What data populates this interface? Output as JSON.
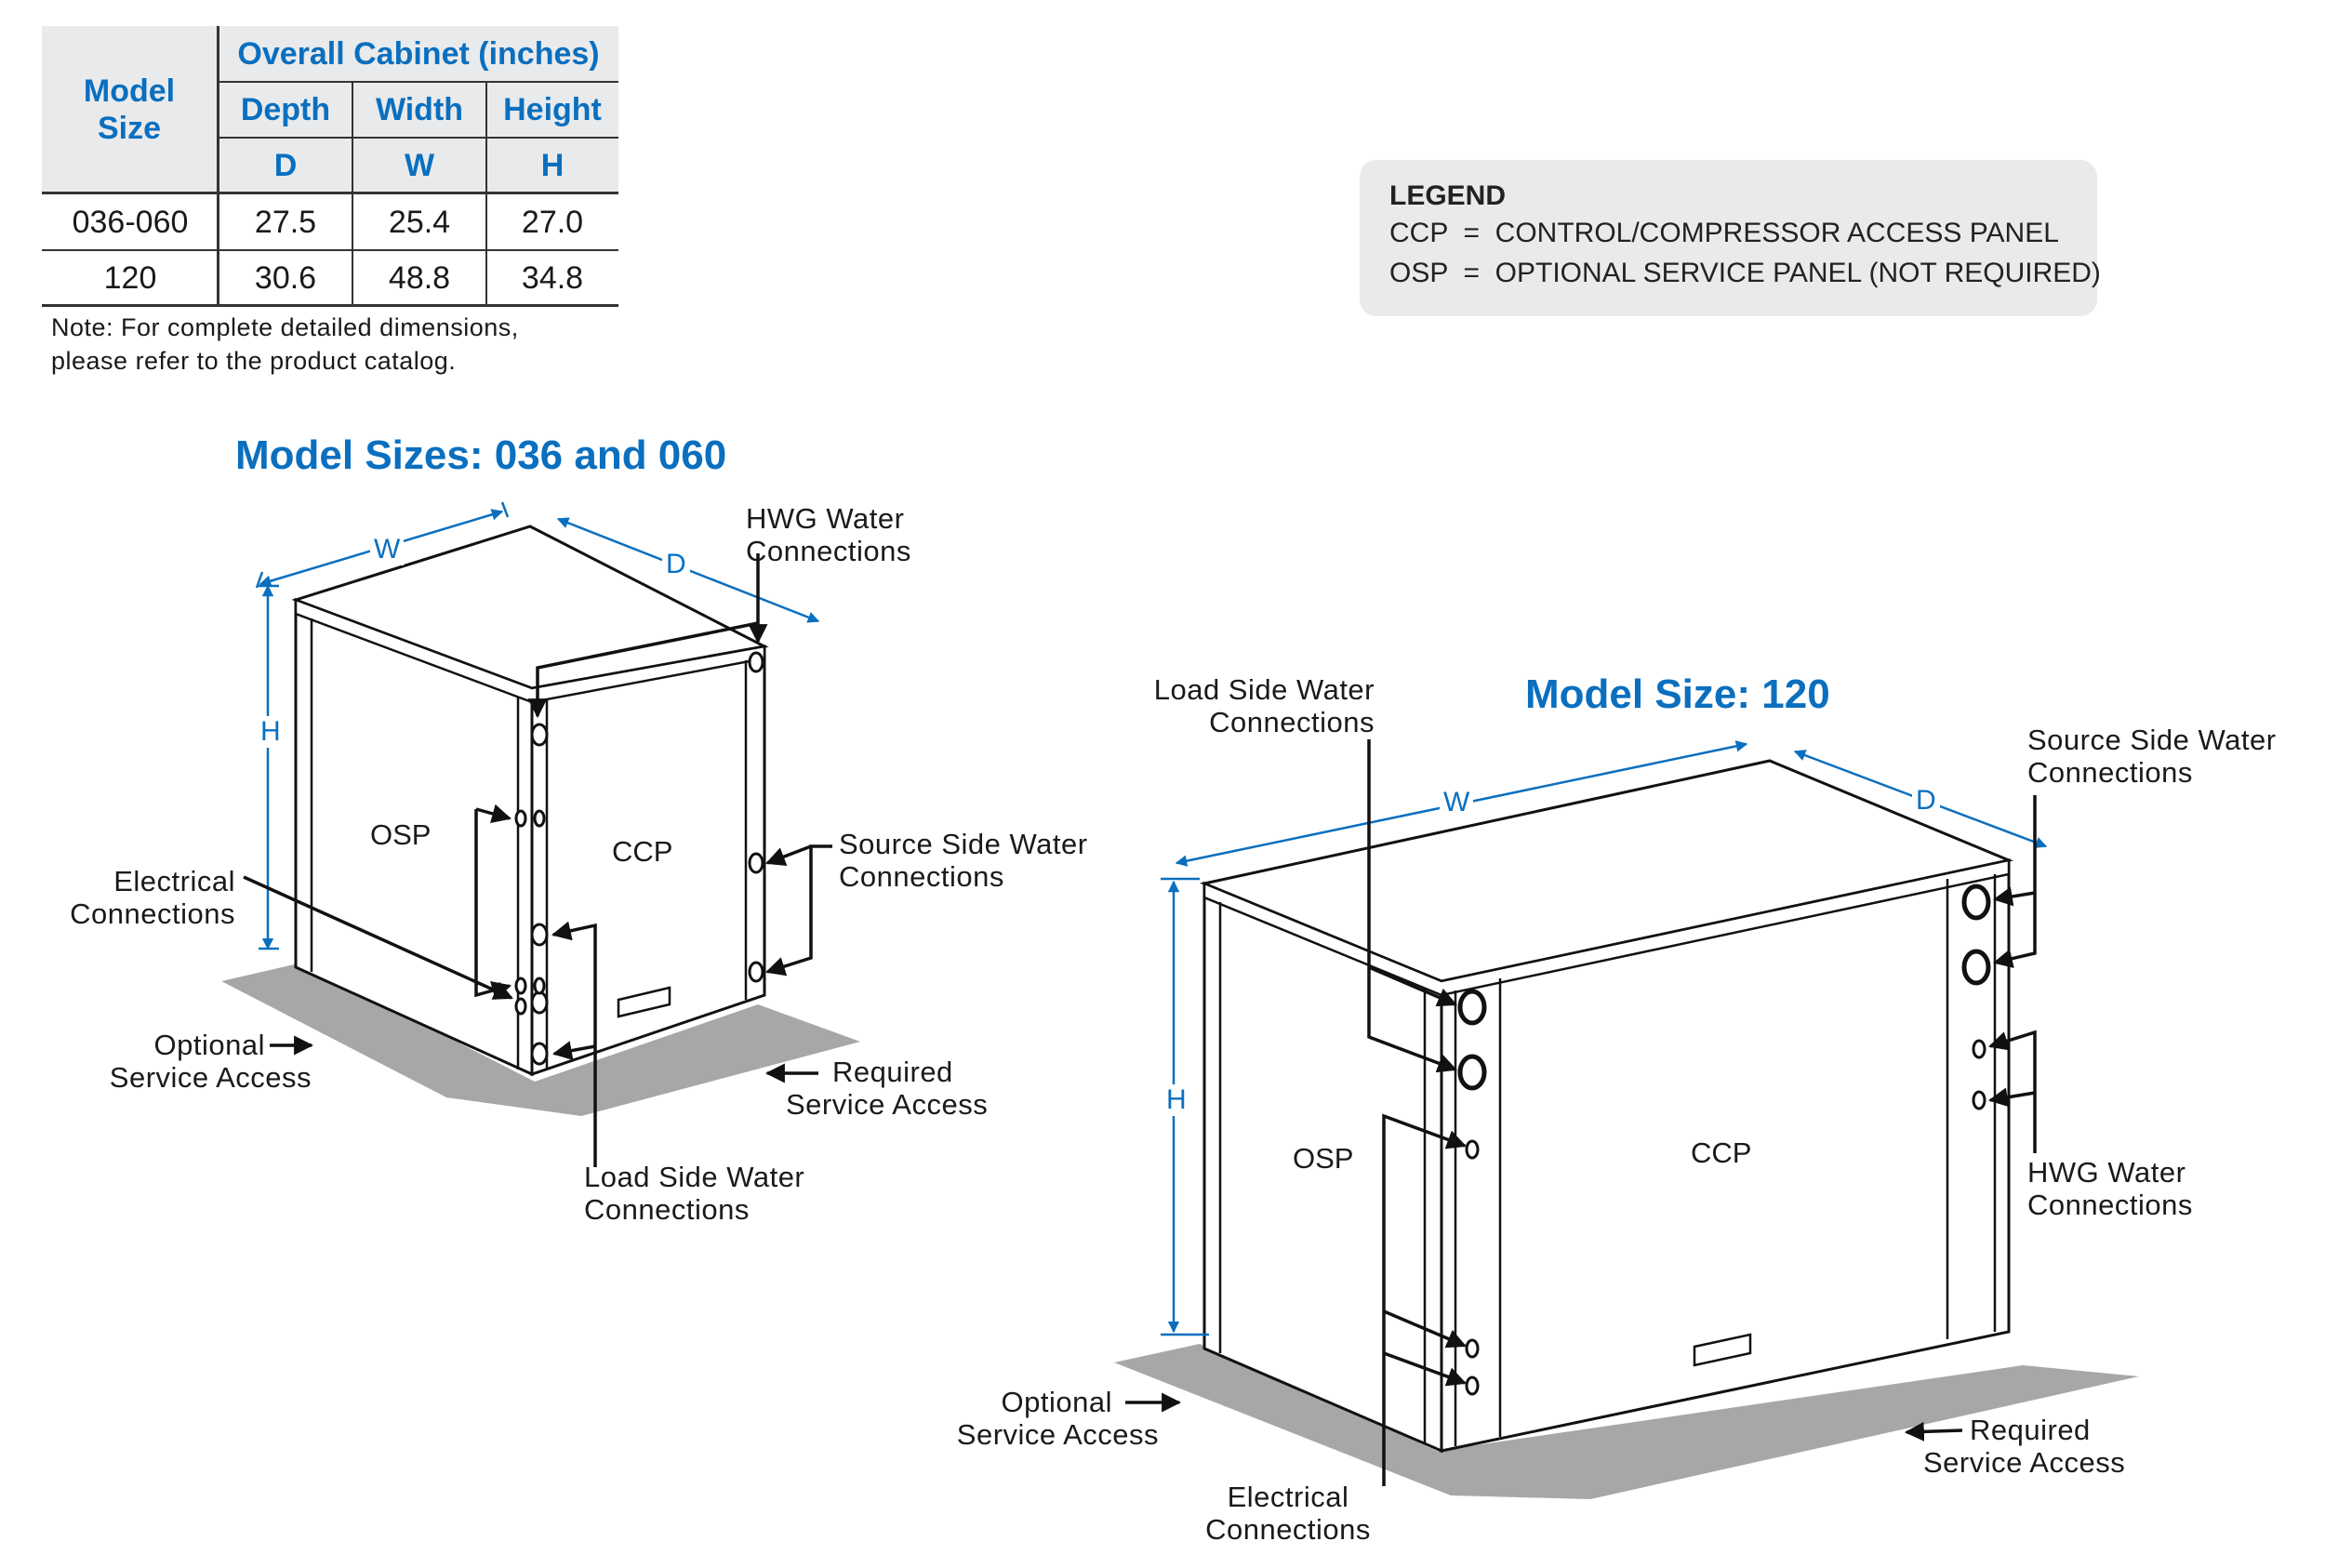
{
  "table": {
    "model_size_header_line1": "Model",
    "model_size_header_line2": "Size",
    "overall_cabinet_header": "Overall Cabinet (inches)",
    "columns": [
      {
        "name": "Depth",
        "letter": "D"
      },
      {
        "name": "Width",
        "letter": "W"
      },
      {
        "name": "Height",
        "letter": "H"
      }
    ],
    "rows": [
      {
        "model": "036-060",
        "depth": "27.5",
        "width": "25.4",
        "height": "27.0"
      },
      {
        "model": "120",
        "depth": "30.6",
        "width": "48.8",
        "height": "34.8"
      }
    ],
    "note_line1": "Note: For complete detailed dimensions,",
    "note_line2": "please refer to the product catalog."
  },
  "legend": {
    "title": "LEGEND",
    "entries": [
      "CCP  =  CONTROL/COMPRESSOR ACCESS PANEL",
      "OSP  =  OPTIONAL SERVICE PANEL (NOT REQUIRED)"
    ]
  },
  "small_unit": {
    "title": "Model Sizes: 036 and 060",
    "dim_w": "W",
    "dim_d": "D",
    "dim_h": "H",
    "osp": "OSP",
    "ccp": "CCP",
    "hwg": [
      "HWG Water",
      "Connections"
    ],
    "source": [
      "Source Side Water",
      "Connections"
    ],
    "electrical": [
      "Electrical",
      "Connections"
    ],
    "optional": [
      "Optional",
      "Service Access"
    ],
    "required": [
      "Required",
      "Service Access"
    ],
    "load": [
      "Load Side Water",
      "Connections"
    ]
  },
  "large_unit": {
    "title": "Model Size: 120",
    "dim_w": "W",
    "dim_d": "D",
    "dim_h": "H",
    "osp": "OSP",
    "ccp": "CCP",
    "load": [
      "Load Side Water",
      "Connections"
    ],
    "source": [
      "Source Side Water",
      "Connections"
    ],
    "hwg": [
      "HWG Water",
      "Connections"
    ],
    "optional": [
      "Optional",
      "Service Access"
    ],
    "required": [
      "Required",
      "Service Access"
    ],
    "electrical": [
      "Electrical",
      "Connections"
    ]
  },
  "colors": {
    "accent_blue": "#0a6fbf",
    "header_gray": "#e9eaec",
    "shadow_gray": "#a7a7a8"
  }
}
